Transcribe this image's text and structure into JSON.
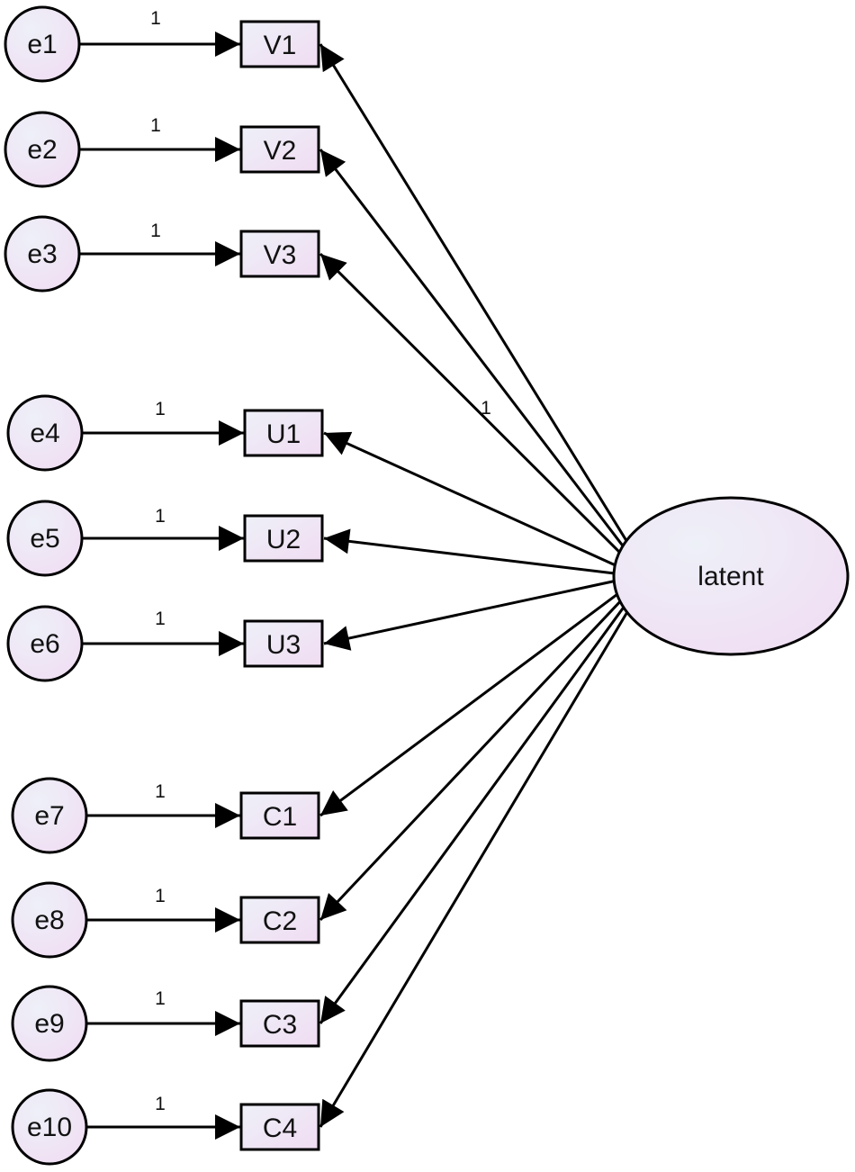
{
  "diagram": {
    "colors": {
      "line": "#000000",
      "fill_light": "#eef0f8",
      "fill_pink": "#f0dcf2"
    },
    "errors": [
      "e1",
      "e2",
      "e3",
      "e4",
      "e5",
      "e6",
      "e7",
      "e8",
      "e9",
      "e10"
    ],
    "indicators": [
      "V1",
      "V2",
      "V3",
      "U1",
      "U2",
      "U3",
      "C1",
      "C2",
      "C3",
      "C4"
    ],
    "error_loadings": [
      "1",
      "1",
      "1",
      "1",
      "1",
      "1",
      "1",
      "1",
      "1",
      "1"
    ],
    "latent": {
      "label": "latent",
      "fixed_loading": "1"
    },
    "edges": [
      {
        "from": "e1",
        "to": "V1"
      },
      {
        "from": "e2",
        "to": "V2"
      },
      {
        "from": "e3",
        "to": "V3"
      },
      {
        "from": "e4",
        "to": "U1"
      },
      {
        "from": "e5",
        "to": "U2"
      },
      {
        "from": "e6",
        "to": "U3"
      },
      {
        "from": "e7",
        "to": "C1"
      },
      {
        "from": "e8",
        "to": "C2"
      },
      {
        "from": "e9",
        "to": "C3"
      },
      {
        "from": "e10",
        "to": "C4"
      },
      {
        "from": "latent",
        "to": "V1"
      },
      {
        "from": "latent",
        "to": "V2"
      },
      {
        "from": "latent",
        "to": "V3"
      },
      {
        "from": "latent",
        "to": "U1"
      },
      {
        "from": "latent",
        "to": "U2"
      },
      {
        "from": "latent",
        "to": "U3"
      },
      {
        "from": "latent",
        "to": "C1"
      },
      {
        "from": "latent",
        "to": "C2"
      },
      {
        "from": "latent",
        "to": "C3"
      },
      {
        "from": "latent",
        "to": "C4"
      }
    ]
  }
}
